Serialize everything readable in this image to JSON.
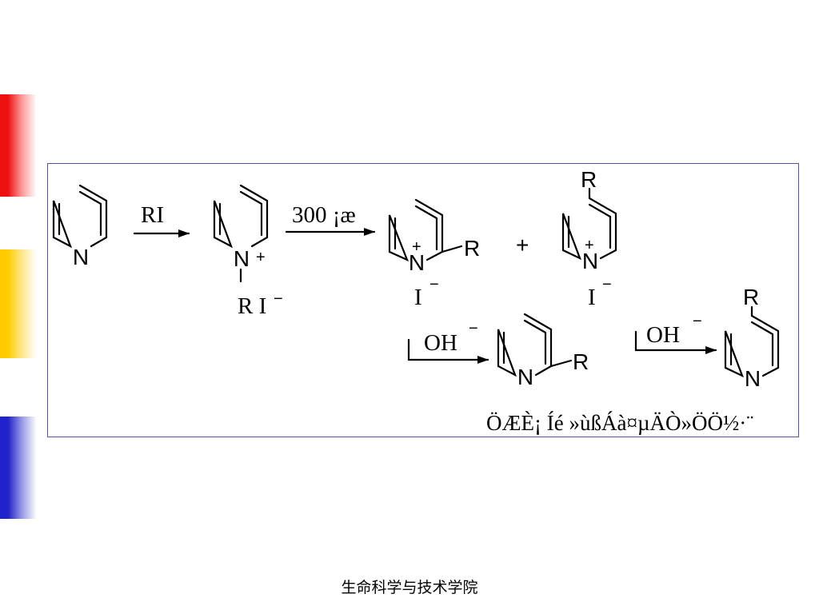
{
  "scheme": {
    "reagent_ri": "RI",
    "reagent_temp": "300 ¡æ",
    "reagent_oh_1": "OH",
    "reagent_oh_2": "OH",
    "superscript_minus": "−",
    "plus_charge": "+",
    "plus_sign": "+",
    "atom_n": "N",
    "substituent_r": "R",
    "counterion_ri": "R I",
    "iodide": "I",
    "caption": "ÖÆÈ¡ Íé »ùßÁà¤µÄÒ»ÖÖ½·¨"
  },
  "footer": {
    "institution": "生命科学与技术学院"
  }
}
